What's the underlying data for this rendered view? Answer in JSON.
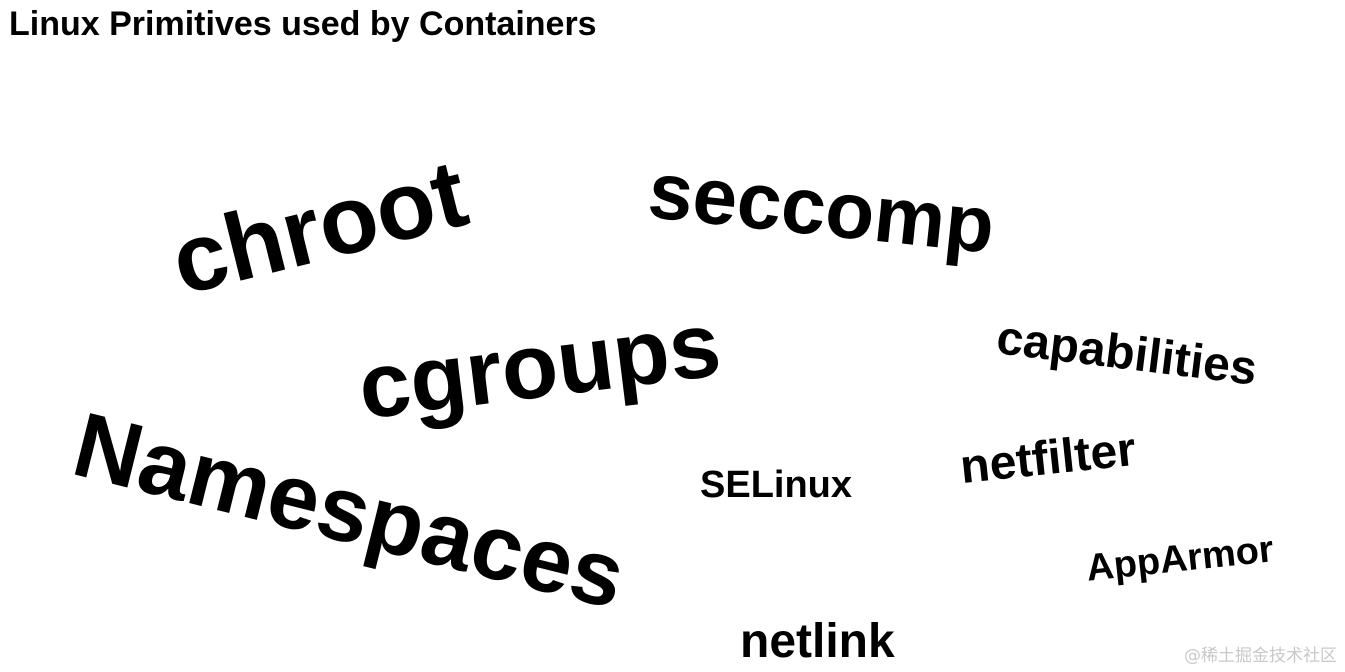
{
  "title": "Linux Primitives used by Containers",
  "words": {
    "chroot": "chroot",
    "seccomp": "seccomp",
    "cgroups": "cgroups",
    "namespaces": "Namespaces",
    "capabilities": "capabilities",
    "netfilter": "netfilter",
    "selinux": "SELinux",
    "apparmor": "AppArmor",
    "netlink": "netlink"
  },
  "watermark": "@稀土掘金技术社区",
  "colors": {
    "text": "#000000",
    "background": "#ffffff",
    "watermark": "#c9c9c9"
  }
}
